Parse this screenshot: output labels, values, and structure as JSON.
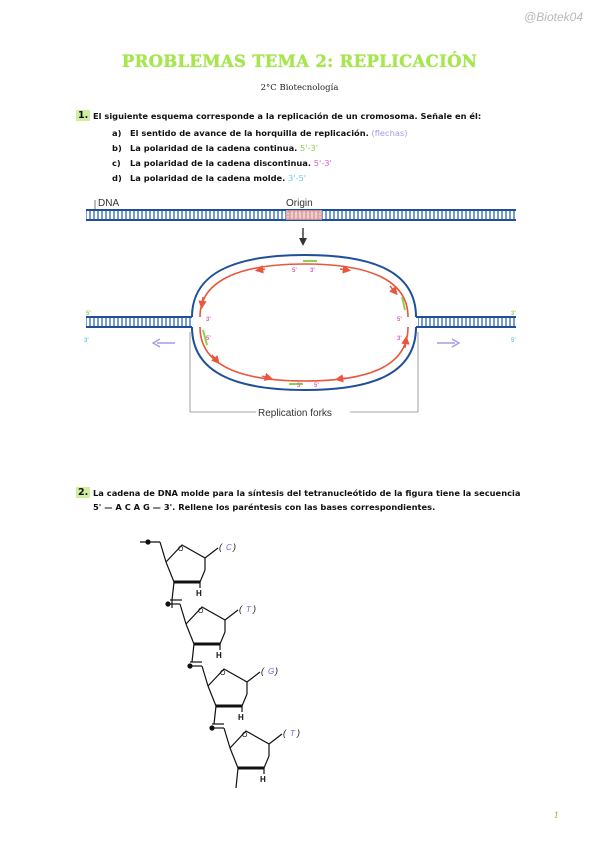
{
  "watermark": "@Biotek04",
  "title": "PROBLEMAS TEMA 2: REPLICACIÓN",
  "subtitle": "2°C Biotecnología",
  "q1": {
    "number": "1.",
    "text": "El siguiente esquema corresponde a la replicación de un cromosoma. Señale en él:",
    "items": [
      {
        "letter": "a)",
        "text": "El sentido de avance de la horquilla de replicación.",
        "answer": "(flechas)"
      },
      {
        "letter": "b)",
        "text": "La polaridad de la cadena continua.",
        "answer": "5'-3'"
      },
      {
        "letter": "c)",
        "text": "La polaridad de la cadena discontinua.",
        "answer": "5'-3'"
      },
      {
        "letter": "d)",
        "text": "La polaridad de la cadena molde.",
        "answer": "3'-5'"
      }
    ]
  },
  "diagram": {
    "dna_label": "DNA",
    "origin_label": "Origin",
    "forks_label": "Replication forks",
    "annotations": {
      "top_left_5": "5'",
      "top_left_3": "3'",
      "left_top_3": "3'",
      "left_bot_5": "5'",
      "right_top_5": "5'",
      "right_bot_3": "3'",
      "bottom_3": "3'",
      "bottom_5": "5'",
      "far_left_5": "5'",
      "far_left_3": "3'",
      "far_right_3": "3'",
      "far_right_5": "5'"
    }
  },
  "q2": {
    "number": "2.",
    "line1": "La cadena de DNA molde para la síntesis del tetranucleótido de la figura tiene la secuencia",
    "line2": "5' — A C A G — 3'. Rellene los paréntesis con las bases correspondientes."
  },
  "nucleotides": [
    {
      "base": "C",
      "h": "H"
    },
    {
      "base": "T",
      "h": "H"
    },
    {
      "base": "G",
      "h": "H"
    },
    {
      "base": "T",
      "h": "H"
    }
  ],
  "page_number": "1",
  "colors": {
    "title": "#a6e84a",
    "leading": "#8fd14f",
    "lagging": "#e05fc0",
    "template": "#6fc9ef",
    "fork": "#a89ae6",
    "dna_blue": "#1f4f9a",
    "red": "#e8563c"
  }
}
